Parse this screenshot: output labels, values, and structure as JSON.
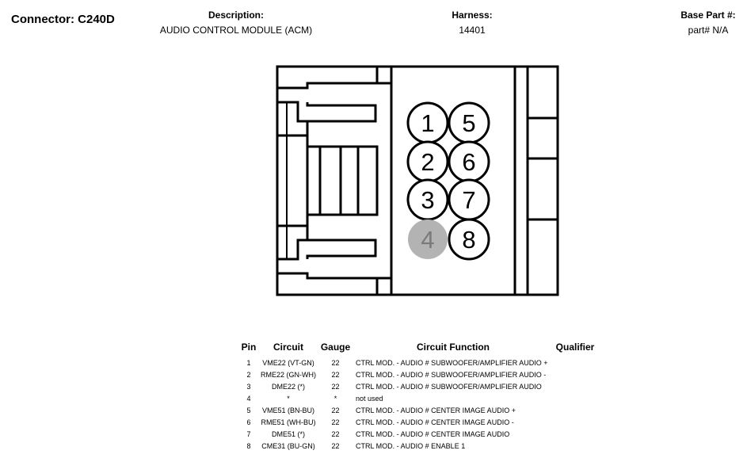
{
  "connector": {
    "title": "Connector: C240D"
  },
  "header": {
    "description_label": "Description:",
    "description_value": "AUDIO CONTROL MODULE (ACM)",
    "harness_label": "Harness:",
    "harness_value": "14401",
    "base_part_label": "Base Part #:",
    "base_part_value": "part# N/A"
  },
  "diagram": {
    "pins": [
      {
        "label": "1",
        "used": true
      },
      {
        "label": "2",
        "used": true
      },
      {
        "label": "3",
        "used": true
      },
      {
        "label": "4",
        "used": false
      },
      {
        "label": "5",
        "used": true
      },
      {
        "label": "6",
        "used": true
      },
      {
        "label": "7",
        "used": true
      },
      {
        "label": "8",
        "used": true
      }
    ],
    "colors": {
      "unused_pin_fill": "#b3b3b3",
      "unused_pin_text": "#7a7a7a"
    }
  },
  "table": {
    "headers": {
      "pin": "Pin",
      "circuit": "Circuit",
      "gauge": "Gauge",
      "function": "Circuit Function",
      "qualifier": "Qualifier"
    },
    "rows": [
      {
        "pin": "1",
        "circuit": "VME22 (VT-GN)",
        "gauge": "22",
        "function": "CTRL MOD. - AUDIO # SUBWOOFER/AMPLIFIER AUDIO +",
        "qualifier": ""
      },
      {
        "pin": "2",
        "circuit": "RME22 (GN-WH)",
        "gauge": "22",
        "function": "CTRL MOD. - AUDIO # SUBWOOFER/AMPLIFIER AUDIO -",
        "qualifier": ""
      },
      {
        "pin": "3",
        "circuit": "DME22 (*)",
        "gauge": "22",
        "function": "CTRL MOD. - AUDIO # SUBWOOFER/AMPLIFIER AUDIO",
        "qualifier": ""
      },
      {
        "pin": "4",
        "circuit": "*",
        "gauge": "*",
        "function": "not used",
        "qualifier": ""
      },
      {
        "pin": "5",
        "circuit": "VME51 (BN-BU)",
        "gauge": "22",
        "function": "CTRL MOD. - AUDIO # CENTER IMAGE AUDIO +",
        "qualifier": ""
      },
      {
        "pin": "6",
        "circuit": "RME51 (WH-BU)",
        "gauge": "22",
        "function": "CTRL MOD. - AUDIO # CENTER IMAGE AUDIO -",
        "qualifier": ""
      },
      {
        "pin": "7",
        "circuit": "DME51 (*)",
        "gauge": "22",
        "function": "CTRL MOD. - AUDIO # CENTER IMAGE AUDIO",
        "qualifier": ""
      },
      {
        "pin": "8",
        "circuit": "CME31 (BU-GN)",
        "gauge": "22",
        "function": "CTRL MOD. - AUDIO # ENABLE 1",
        "qualifier": ""
      }
    ]
  }
}
